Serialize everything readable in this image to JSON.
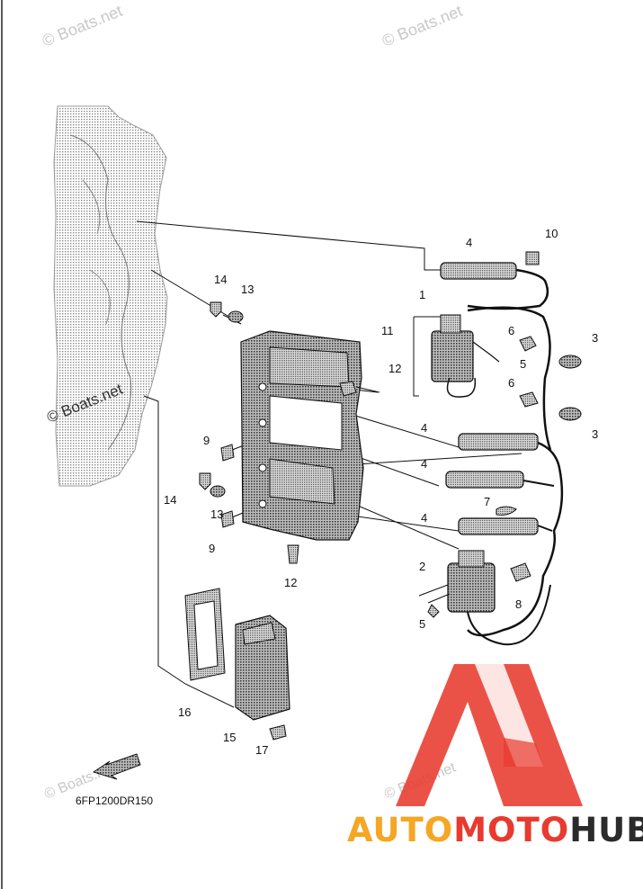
{
  "watermarks": {
    "top_left": "© Boats.net",
    "top_right": "© Boats.net",
    "side": "© Boats.net",
    "bottom_left": "© Boats.net",
    "bottom_right": "© Boats.net"
  },
  "callouts": [
    "1",
    "2",
    "3",
    "3",
    "4",
    "4",
    "4",
    "4",
    "5",
    "5",
    "6",
    "6",
    "7",
    "8",
    "9",
    "9",
    "10",
    "11",
    "12",
    "12",
    "13",
    "13",
    "14",
    "14",
    "15",
    "16",
    "17"
  ],
  "diagram_code": "6FP1200DR150",
  "brand": {
    "part1": "AUTO",
    "part2": "MOTO",
    "part3": "HUB",
    "color1": "#f5a623",
    "color2": "#e83a2e",
    "color3": "#2b2b2b"
  },
  "colors": {
    "line": "#111111",
    "hatch": "#b8b8b8",
    "logo": "#e83a2e"
  },
  "icons": {
    "front_arrow": "fwd-arrow-icon",
    "logo": "triangle-logo-icon"
  }
}
